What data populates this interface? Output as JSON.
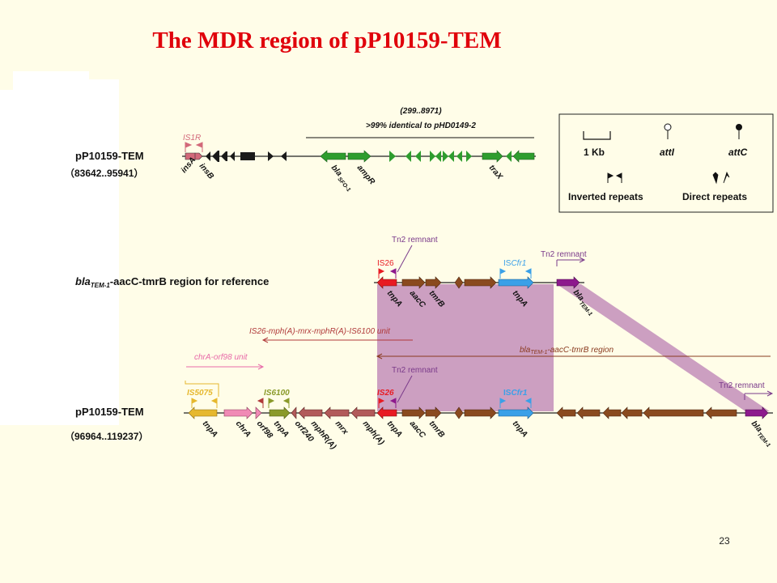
{
  "slide": {
    "title": "The MDR region of pP10159-TEM",
    "page_number": "23"
  },
  "top_panel": {
    "name": "pP10159-TEM",
    "range": "（83642..95941）",
    "coords_note": "(299..8971)",
    "identity_note": ">99% identical to pHD0149-2",
    "element_label": "IS1R",
    "gene_labels": [
      "insA",
      "insB",
      "bla",
      "SFO-1",
      "ampR",
      "traX"
    ]
  },
  "legend": {
    "scale_label": "1 Kb",
    "att_i": "attI",
    "att_c": "attC",
    "inverted_repeats": "Inverted repeats",
    "direct_repeats": "Direct repeats"
  },
  "reference_panel": {
    "name_bla": "bla",
    "name_sub": "TEM-1",
    "name_rest": "-aacC-tmrB region for reference",
    "tn2_left": "Tn2 remnant",
    "tn2_right": "Tn2 remnant",
    "is26": "IS26",
    "iscfr1_prefix": "IS",
    "iscfr1_italic": "Cfr1",
    "gene_labels": [
      "tnpA",
      "aacC",
      "tmrB",
      "tnpA",
      "bla",
      "TEM-1"
    ]
  },
  "bottom_panel": {
    "name": "pP10159-TEM",
    "range": "（96964..119237）",
    "unit_label": "IS26-mph(A)-mrx-mphR(A)-IS6100 unit",
    "orf_unit_label": "chrA-orf98 unit",
    "bla_region_bla": "bla",
    "bla_region_sub": "TEM-1",
    "bla_region_rest": "-aacC-tmrB region",
    "tn2_left": "Tn2 remnant",
    "tn2_right": "Tn2 remnant",
    "is5075": "IS5075",
    "is6100": "IS6100",
    "is26": "IS26",
    "iscfr1_prefix": "IS",
    "iscfr1_italic": "Cfr1",
    "gene_labels": [
      "tnpA",
      "chrA",
      "orf98",
      "tnpA",
      "orf240",
      "mphR(A)",
      "mrx",
      "mph(A)",
      "tnpA",
      "aacC",
      "tmrB",
      "tnpA",
      "bla",
      "TEM-1"
    ]
  },
  "colors": {
    "title": "#e0000b",
    "is1r": "#d2697a",
    "black_gene": "#1a1a1a",
    "green_gene": "#2e9d2e",
    "is26": "#e81b23",
    "brown_gene": "#8a4a1f",
    "iscfr1": "#3aa0e8",
    "bla_tem": "#8d1a8d",
    "tn2": "#7a3a8a",
    "is5075": "#e6b82e",
    "chrA": "#f08ab5",
    "is6100": "#8a9a2a",
    "mph_block": "#b25a5a",
    "shade": "#c99abf",
    "unit_arrow": "#b03a3a",
    "orf_arrow": "#e86aa8",
    "bla_region_arrow": "#8a3a1f"
  }
}
